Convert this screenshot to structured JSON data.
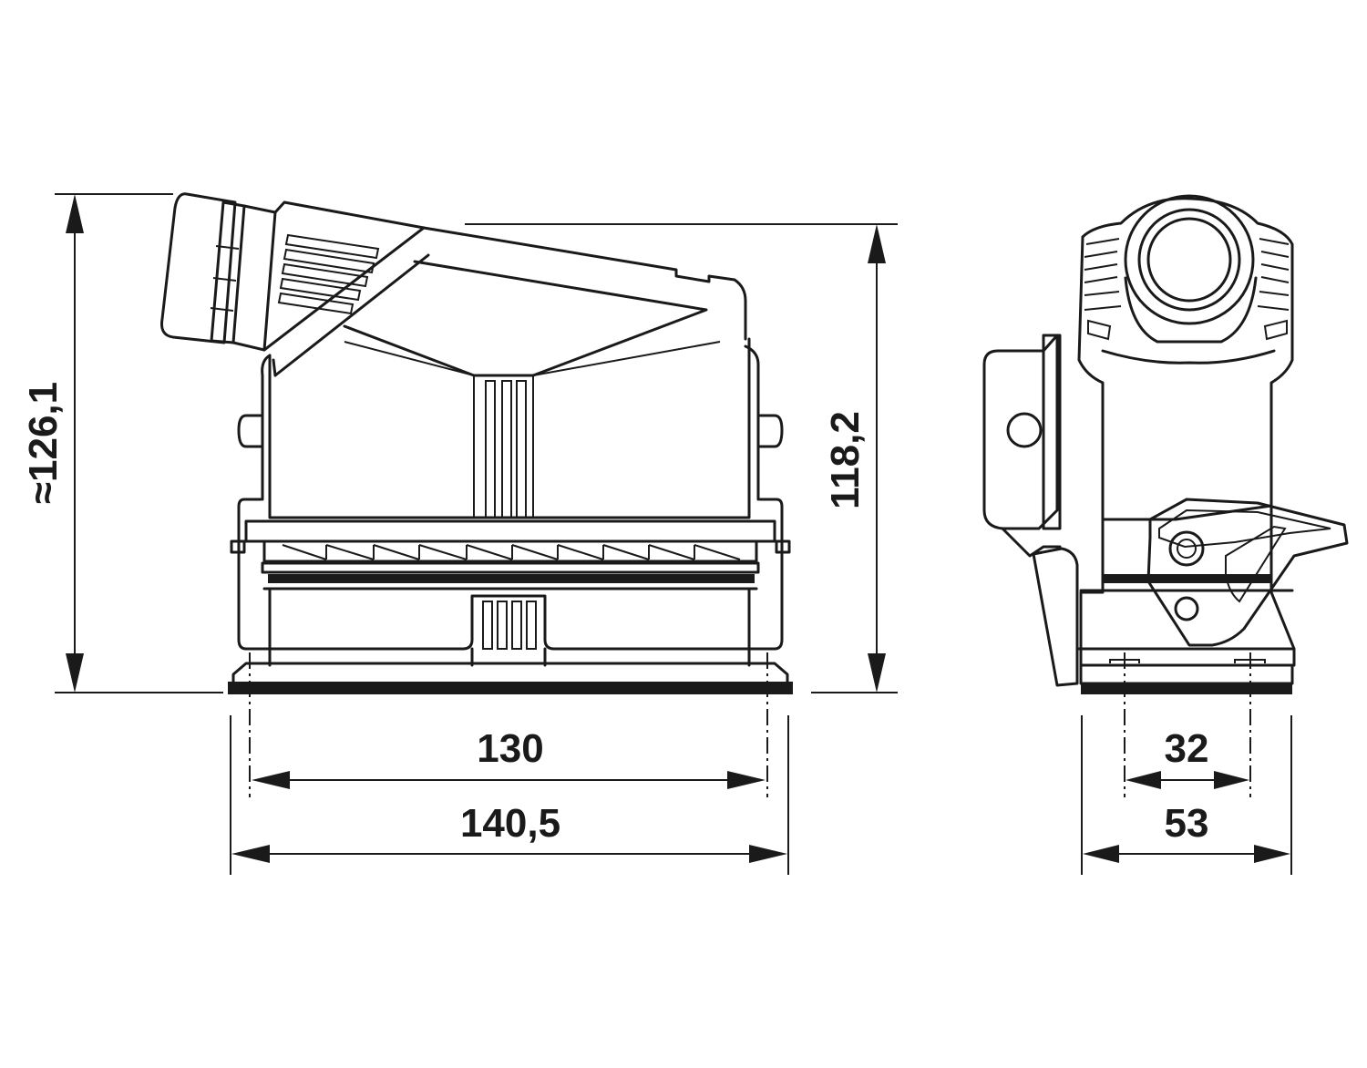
{
  "dimensions": {
    "overall_height_approx": "≈126,1",
    "housing_height": "118,2",
    "hole_spacing_width": "130",
    "base_width": "140,5",
    "hole_spacing_depth": "32",
    "base_depth": "53"
  },
  "colors": {
    "line": "#1a1a1a",
    "background": "#ffffff"
  }
}
